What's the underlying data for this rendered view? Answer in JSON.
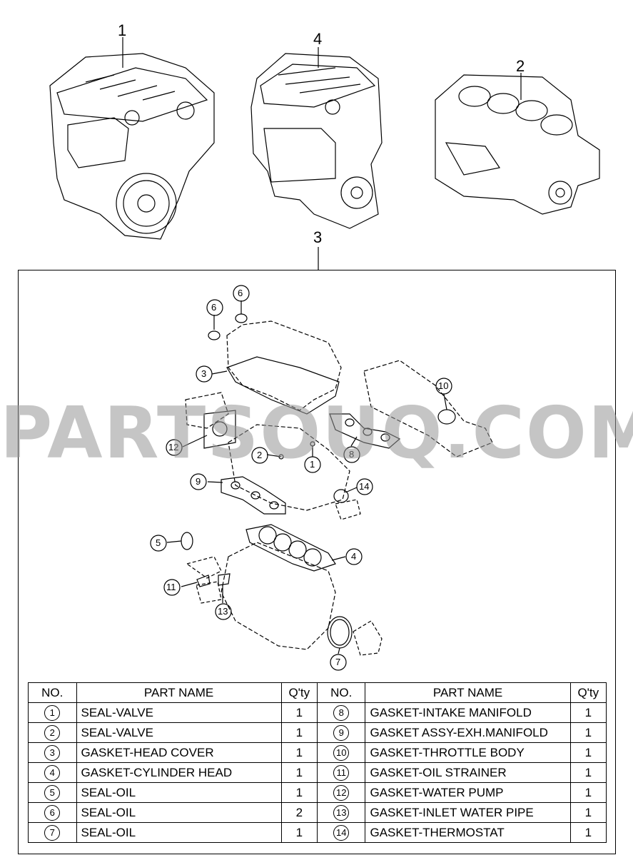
{
  "watermark": "PARTSOUQ.COM",
  "assembly_callouts": [
    "1",
    "4",
    "2",
    "3"
  ],
  "detail_callouts": [
    "6",
    "6",
    "3",
    "10",
    "12",
    "2",
    "1",
    "8",
    "9",
    "14",
    "5",
    "4",
    "11",
    "13",
    "7"
  ],
  "table": {
    "headers": {
      "no": "NO.",
      "part_name": "PART NAME",
      "qty": "Q'ty"
    },
    "rows": [
      {
        "no": "1",
        "name": "SEAL-VALVE",
        "qty": "1",
        "no2": "8",
        "name2": "GASKET-INTAKE MANIFOLD",
        "qty2": "1"
      },
      {
        "no": "2",
        "name": "SEAL-VALVE",
        "qty": "1",
        "no2": "9",
        "name2": "GASKET ASSY-EXH.MANIFOLD",
        "qty2": "1"
      },
      {
        "no": "3",
        "name": "GASKET-HEAD COVER",
        "qty": "1",
        "no2": "10",
        "name2": "GASKET-THROTTLE BODY",
        "qty2": "1"
      },
      {
        "no": "4",
        "name": "GASKET-CYLINDER HEAD",
        "qty": "1",
        "no2": "11",
        "name2": "GASKET-OIL STRAINER",
        "qty2": "1"
      },
      {
        "no": "5",
        "name": "SEAL-OIL",
        "qty": "1",
        "no2": "12",
        "name2": "GASKET-WATER PUMP",
        "qty2": "1"
      },
      {
        "no": "6",
        "name": "SEAL-OIL",
        "qty": "2",
        "no2": "13",
        "name2": "GASKET-INLET WATER PIPE",
        "qty2": "1"
      },
      {
        "no": "7",
        "name": "SEAL-OIL",
        "qty": "1",
        "no2": "14",
        "name2": "GASKET-THERMOSTAT",
        "qty2": "1"
      }
    ]
  }
}
